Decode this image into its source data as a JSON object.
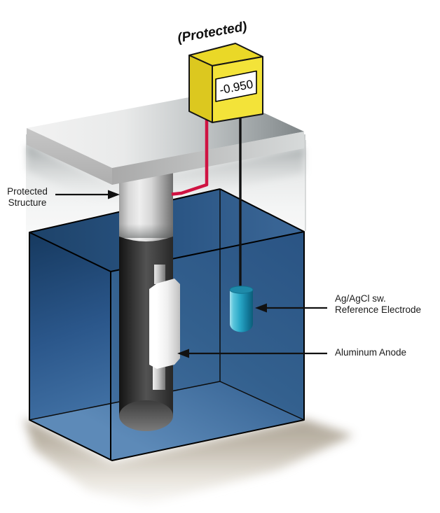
{
  "title": "(Protected)",
  "voltmeter": {
    "reading": "-0.950"
  },
  "labels": {
    "protected_structure": "Protected\nStructure",
    "reference_electrode": "Ag/AgCl sw.\nReference Electrode",
    "aluminum_anode": "Aluminum Anode"
  },
  "colors": {
    "meter_yellow": "#f3e339",
    "wire_red": "#cf1342",
    "wire_black": "#111111",
    "water_blue": "#2b578b",
    "electrode_teal": "#27a6c6",
    "anode_silver": "#efefef",
    "pile_gray": "#4a4a4a"
  }
}
